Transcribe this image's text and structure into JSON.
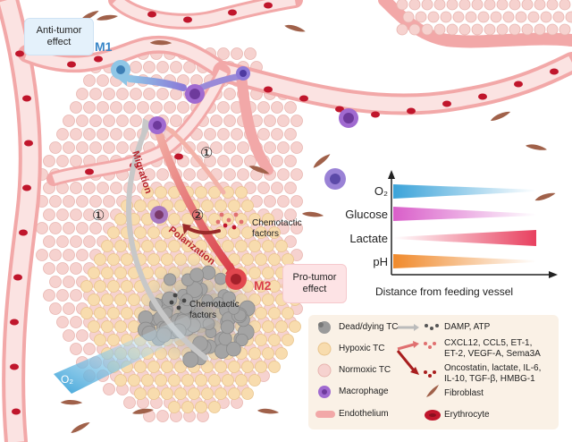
{
  "labels": {
    "anti_tumor_line1": "Anti-tumor",
    "anti_tumor_line2": "effect",
    "pro_tumor_line1": "Pro-tumor",
    "pro_tumor_line2": "effect",
    "m1": "M1",
    "m2": "M2",
    "migration": "Migration",
    "polarization": "Polarization",
    "step1": "①",
    "step2": "②",
    "chemotactic_factors_line1": "Chemotactic",
    "chemotactic_factors_line2": "factors",
    "o2_cone": "O₂"
  },
  "gradients": {
    "rows": [
      {
        "label": "O₂",
        "color": "#3ba3d9",
        "direction": "decreasing"
      },
      {
        "label": "Glucose",
        "color": "#d95ec9",
        "direction": "decreasing"
      },
      {
        "label": "Lactate",
        "color": "#e8405f",
        "direction": "increasing"
      },
      {
        "label": "pH",
        "color": "#f08a2c",
        "direction": "decreasing"
      }
    ],
    "axis_label": "Distance from feeding vessel"
  },
  "legend": {
    "left": [
      {
        "label": "Dead/dying TC",
        "icon": "dead-cell-icon"
      },
      {
        "label": "Hypoxic TC",
        "icon": "hypoxic-cell-icon"
      },
      {
        "label": "Normoxic TC",
        "icon": "normoxic-cell-icon"
      },
      {
        "label": "Macrophage",
        "icon": "macrophage-icon"
      },
      {
        "label": "Endothelium",
        "icon": "endothelium-icon"
      }
    ],
    "right": [
      {
        "label": "DAMP, ATP"
      },
      {
        "label": "CXCL12, CCL5, ET-1,"
      },
      {
        "label": "ET-2, VEGF-A, Sema3A"
      },
      {
        "label": "Oncostatin, lactate, IL-6,"
      },
      {
        "label": "IL-10, TGF-β, HMBG-1"
      },
      {
        "label": "Fibroblast"
      },
      {
        "label": "Erythrocyte"
      }
    ]
  },
  "colors": {
    "vessel": "#f2a8a8",
    "erythrocyte": "#c0162c",
    "normoxic": "#f6d2cf",
    "hypoxic": "#f8dcae",
    "macrophage": "#a06ad0",
    "m1": "#8fc6e6",
    "m2": "#e2474f",
    "fibroblast": "#a0614a"
  }
}
